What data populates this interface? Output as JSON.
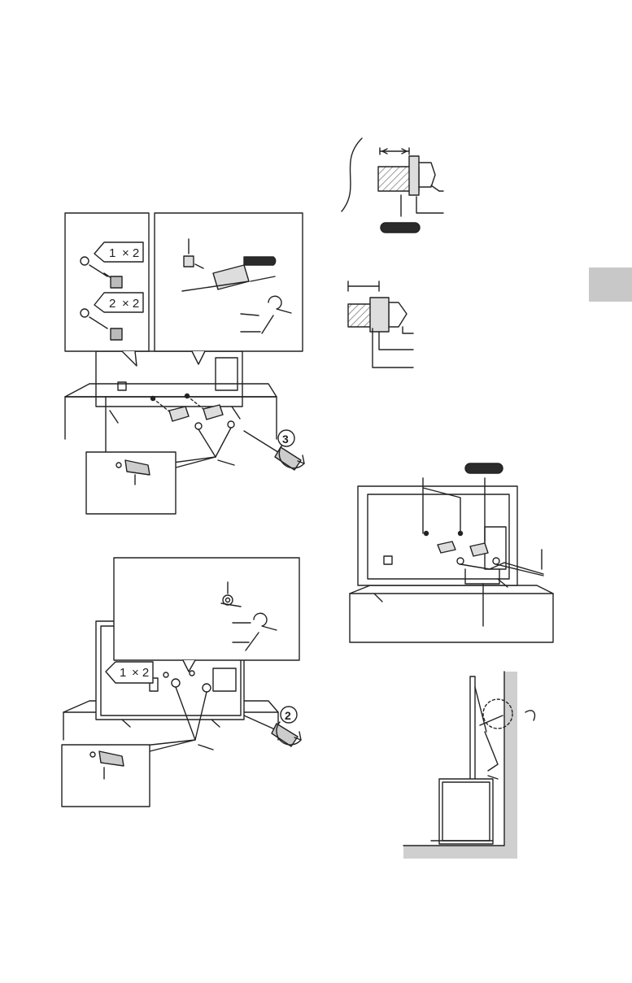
{
  "figures": {
    "top_left": {
      "callout_left": {
        "parts": [
          {
            "mark": "1",
            "count_label": "× 2"
          },
          {
            "mark": "2",
            "count_label": "× 2"
          }
        ]
      },
      "circled_step": "3"
    },
    "bottom_left": {
      "callout": {
        "parts": [
          {
            "mark": "1",
            "count_label": "× 2"
          }
        ]
      },
      "circled_step": "2"
    }
  },
  "colors": {
    "line": "#222222",
    "badge": "#2b2b2b",
    "tab": "#c8c8c8",
    "screw_fill": "#cfcfcf",
    "hatch": "#999999"
  }
}
